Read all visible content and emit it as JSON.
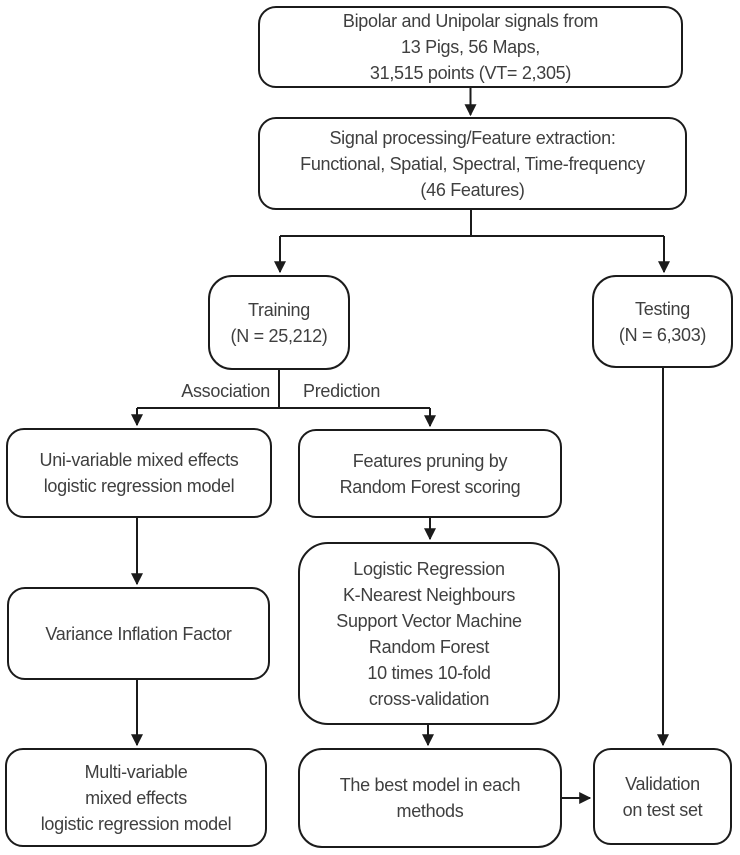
{
  "colors": {
    "line": "#1b1b1b",
    "text": "#3f3f3f",
    "background": "#ffffff"
  },
  "nodes": {
    "source": {
      "text": "Bipolar and Unipolar signals from\n13 Pigs, 56 Maps,\n31,515 points (VT= 2,305)"
    },
    "processing": {
      "text": "Signal processing/Feature extraction:\nFunctional, Spatial, Spectral, Time-frequency\n(46 Features)"
    },
    "training": {
      "text": "Training\n(N = 25,212)"
    },
    "testing": {
      "text": "Testing\n(N = 6,303)"
    },
    "univariable": {
      "text": "Uni-variable mixed effects\nlogistic regression model"
    },
    "features_pruning": {
      "text": "Features pruning by\nRandom Forest scoring"
    },
    "vif": {
      "text": "Variance Inflation Factor"
    },
    "model_candidates": {
      "text": "Logistic Regression\nK-Nearest Neighbours\nSupport Vector Machine\nRandom Forest\n10 times 10-fold\ncross-validation"
    },
    "multivariable": {
      "text": "Multi-variable\nmixed effects\nlogistic regression model"
    },
    "best_model": {
      "text": "The best model in each\nmethods"
    },
    "validation": {
      "text": "Validation\non test set"
    }
  },
  "edge_labels": {
    "association": "Association",
    "prediction": "Prediction"
  },
  "edges": [
    {
      "from": "source",
      "to": "processing"
    },
    {
      "from": "processing",
      "to": "training"
    },
    {
      "from": "processing",
      "to": "testing"
    },
    {
      "from": "training",
      "to": "univariable",
      "label": "Association"
    },
    {
      "from": "training",
      "to": "features_pruning",
      "label": "Prediction"
    },
    {
      "from": "univariable",
      "to": "vif"
    },
    {
      "from": "vif",
      "to": "multivariable"
    },
    {
      "from": "features_pruning",
      "to": "model_candidates"
    },
    {
      "from": "model_candidates",
      "to": "best_model"
    },
    {
      "from": "best_model",
      "to": "validation"
    },
    {
      "from": "testing",
      "to": "validation"
    }
  ]
}
